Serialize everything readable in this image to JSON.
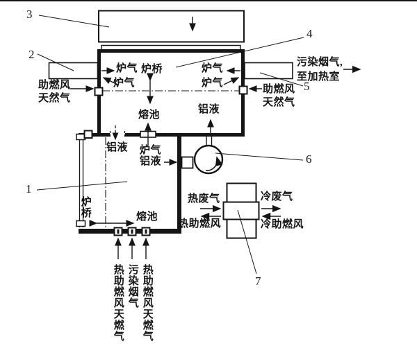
{
  "figure": {
    "kind": "furnace-system-diagram",
    "line_color": "#1a1a1a",
    "background": "#ffffff"
  },
  "callouts": {
    "c1": "1",
    "c2": "2",
    "c3": "3",
    "c4": "4",
    "c5": "5",
    "c6": "6",
    "c7": "7"
  },
  "labels": {
    "furnace_gas": "炉气",
    "furnace_bridge": "炉桥",
    "melt_pool": "熔池",
    "aluminum_liquid": "铝液",
    "combustion_air": "助燃风",
    "natural_gas": "天然气",
    "polluted_flue_gas_comma": "污染烟气,",
    "to_heating_chamber": "至加热室",
    "hot_waste_gas": "热废气",
    "cold_waste_gas": "冷废气",
    "hot_combustion_air": "热助燃风",
    "cold_combustion_air": "冷助燃风",
    "vert_hot_air_natural_gas": "热助燃风天燃气",
    "vert_polluted_flue_gas": "污染烟气"
  }
}
